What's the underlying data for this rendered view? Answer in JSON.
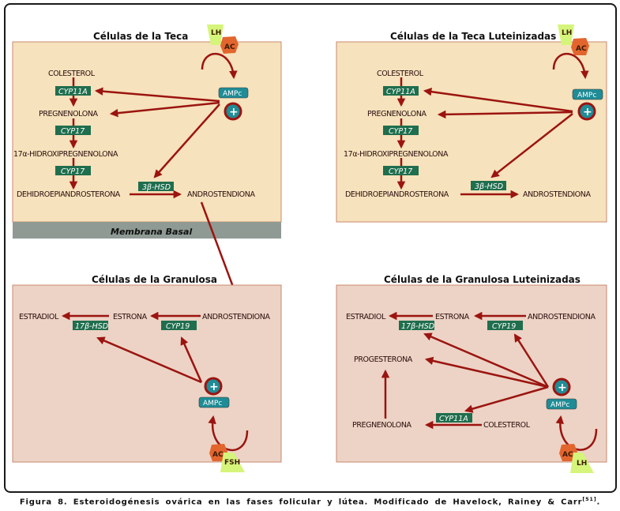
{
  "colors": {
    "teca_fill": "#f6e2bc",
    "granulosa_fill": "#ecd3c5",
    "panel_border": "#c98a70",
    "membrane": "#8e9a93",
    "arrow": "#9b1410",
    "enzyme": "#1f6e4e",
    "ampc": "#1f8c96",
    "lh": "#d5f57a",
    "ac": "#e2652e"
  },
  "panels": {
    "teca": {
      "title": "Células de la Teca",
      "steroids": [
        "COLESTEROL",
        "PREGNENOLONA",
        "17α-HIDROXIPREGNENOLONA",
        "DEHIDROEPIANDROSTERONA",
        "ANDROSTENDIONA"
      ],
      "enzymes": [
        "CYP11A",
        "CYP17",
        "CYP17",
        "3β-HSD"
      ],
      "hormone": "LH",
      "cyclase": "AC",
      "messenger": "AMPc",
      "plus": "+"
    },
    "membrane": {
      "label": "Membrana Basal"
    },
    "teca_lut": {
      "title": "Células de la Teca Luteinizadas",
      "steroids": [
        "COLESTEROL",
        "PREGNENOLONA",
        "17α-HIDROXIPREGNENOLONA",
        "DEHIDROEPIANDROSTERONA",
        "ANDROSTENDIONA"
      ],
      "enzymes": [
        "CYP11A",
        "CYP17",
        "CYP17",
        "3β-HSD"
      ],
      "hormone": "LH",
      "cyclase": "AC",
      "messenger": "AMPc",
      "plus": "+"
    },
    "granulosa": {
      "title": "Células de la Granulosa",
      "steroids": [
        "ESTRADIOL",
        "ESTRONA",
        "ANDROSTENDIONA"
      ],
      "enzymes": [
        "17β-HSD",
        "CYP19"
      ],
      "hormone": "FSH",
      "cyclase": "AC",
      "messenger": "AMPc",
      "plus": "+"
    },
    "granulosa_lut": {
      "title": "Células de la Granulosa Luteinizadas",
      "steroids": [
        "ESTRADIOL",
        "ESTRONA",
        "ANDROSTENDIONA",
        "PROGESTERONA",
        "PREGNENOLONA",
        "COLESTEROL"
      ],
      "enzymes": [
        "17β-HSD",
        "CYP19",
        "CYP11A"
      ],
      "hormone": "LH",
      "cyclase": "AC",
      "messenger": "AMPc",
      "plus": "+"
    }
  },
  "caption": {
    "text": "Figura 8. Esteroidogénesis ovárica en las fases folicular y lútea. Modificado de Havelock, Rainey & Carr",
    "ref": "[51]",
    "end": "."
  }
}
